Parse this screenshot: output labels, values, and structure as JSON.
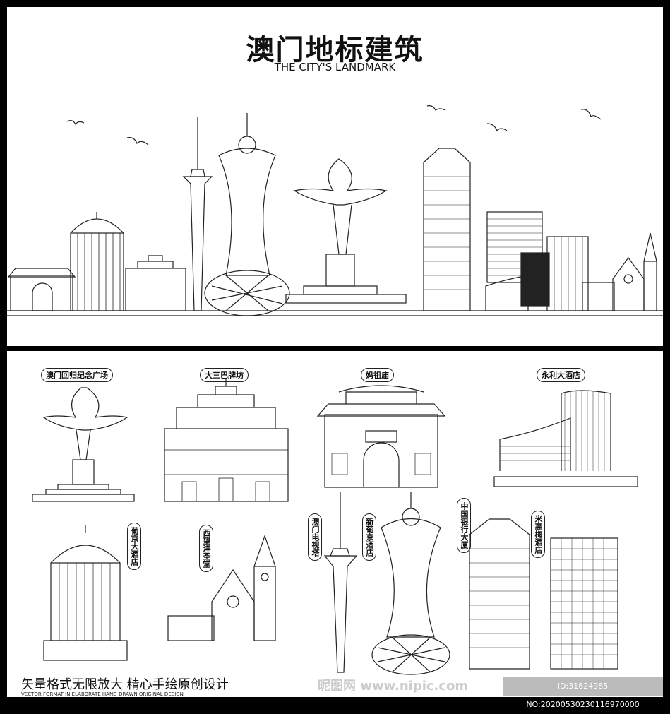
{
  "header": {
    "title": "澳门地标建筑",
    "subtitle": "THE CITY'S LANDMARK"
  },
  "landmarks": {
    "macau_return_square": "澳门回归纪念广场",
    "ruins_st_paul": "大三巴牌坊",
    "a_ma_temple": "妈祖庙",
    "wynn": "永利大酒店",
    "lisboa": "葡京大酒店",
    "penha_church": "西望洋圣堂",
    "macau_tower": "澳门电视塔",
    "grand_lisboa": "新葡京酒店",
    "bank_of_china": "中国银行大厦",
    "mgm": "米高梅酒店"
  },
  "footer": {
    "slogan": "矢量格式无限放大  精心手绘原创设计",
    "slogan_en": "VECTOR FORMAT IN ELABORATE HAND-DRAWN ORIGINAL DESIGN",
    "watermark": "昵图网 www.nipic.com",
    "id_text": "ID:31624985 NO:20200530230116970000"
  }
}
